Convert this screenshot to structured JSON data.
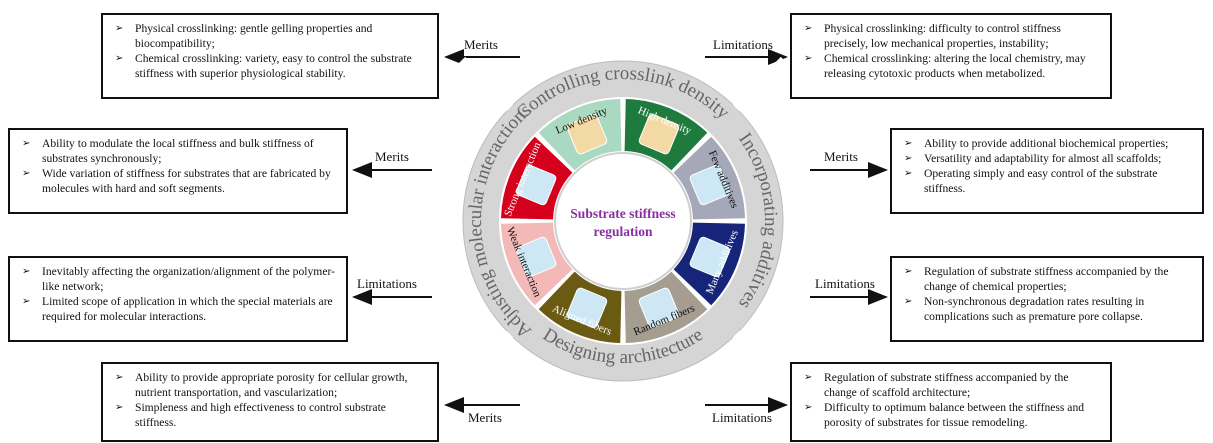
{
  "center": {
    "line1": "Substrate stiffness",
    "line2": "regulation"
  },
  "ring_titles": {
    "top": "Controlling crosslink density",
    "right": "Incorporating additives",
    "bottom": "Designing architecture",
    "left": "Adjusting molecular interactions"
  },
  "segments": [
    {
      "label": "High density",
      "color": "#1f7a3e"
    },
    {
      "label": "Few additives",
      "color": "#a4a8b8"
    },
    {
      "label": "Many additives",
      "color": "#16257a"
    },
    {
      "label": "Random fibers",
      "color": "#a59e90"
    },
    {
      "label": "Aligned fibers",
      "color": "#6b5a12"
    },
    {
      "label": "Weak interaction",
      "color": "#f2b9b6"
    },
    {
      "label": "Strong interaction",
      "color": "#d4001c"
    },
    {
      "label": "Low density",
      "color": "#a9d9c1"
    }
  ],
  "arrow_labels": {
    "merits": "Merits",
    "limitations": "Limitations"
  },
  "boxes": {
    "top_left": [
      "Physical crosslinking: gentle gelling properties and biocompatibility;",
      "Chemical crosslinking: variety,  easy to control the substrate stiffness with superior physiological stability."
    ],
    "top_right": [
      "Physical crosslinking: difficulty to control stiffness precisely, low mechanical properties, instability;",
      "Chemical crosslinking: altering the local chemistry, may releasing cytotoxic products when metabolized."
    ],
    "mid_left_top": [
      "Ability to modulate the local stiffness and bulk stiffness of substrates synchronously;",
      "Wide variation of stiffness for substrates that are fabricated by molecules with hard and soft segments."
    ],
    "mid_right_top": [
      "Ability to provide additional biochemical properties;",
      "Versatility and adaptability for almost all scaffolds;",
      "Operating simply and easy control of the substrate stiffness."
    ],
    "mid_left_bottom": [
      "Inevitably affecting the organization/alignment of the polymer-like network;",
      "Limited scope of application in which the special materials are required for molecular interactions."
    ],
    "mid_right_bottom": [
      "Regulation of substrate stiffness accompanied by the change of chemical properties;",
      "Non-synchronous degradation rates resulting in complications such as premature pore collapse."
    ],
    "bottom_left": [
      "Ability to provide appropriate porosity for cellular growth, nutrient transportation, and vascularization;",
      "Simpleness and high effectiveness to control substrate stiffness."
    ],
    "bottom_right": [
      "Regulation of substrate stiffness accompanied by the change of scaffold architecture;",
      "Difficulty to optimum balance between the stiffness and porosity of substrates for tissue remodeling."
    ]
  }
}
